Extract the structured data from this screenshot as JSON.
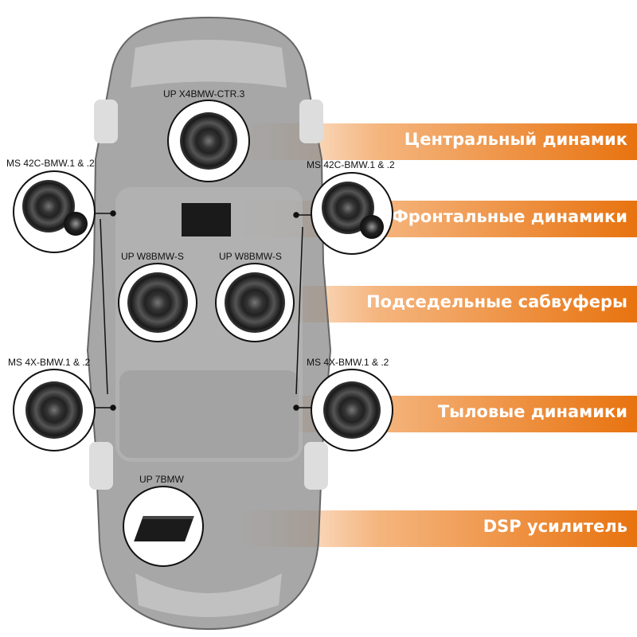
{
  "banners": [
    {
      "text": "Центральный динамик"
    },
    {
      "text": "Фронтальные динамики"
    },
    {
      "text": "Подседельные сабвуферы"
    },
    {
      "text": "Тыловые динамики"
    },
    {
      "text": "DSP усилитель"
    }
  ],
  "products": {
    "center": "UP X4BMW-CTR.3",
    "front_left": "MS 42C-BMW.1 & .2",
    "front_right": "MS 42C-BMW.1 & .2",
    "sub_left": "UP W8BMW-S",
    "sub_right": "UP W8BMW-S",
    "rear_left": "MS 4X-BMW.1 & .2",
    "rear_right": "MS 4X-BMW.1 & .2",
    "amp": "UP 7BMW"
  },
  "colors": {
    "accent": "#e8730f",
    "car": "#8a8a8a"
  }
}
